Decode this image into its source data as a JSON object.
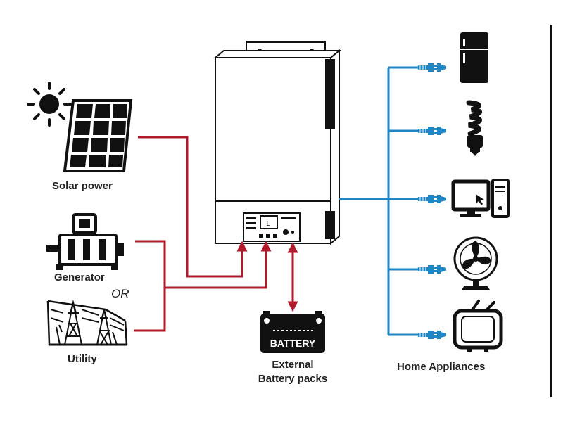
{
  "labels": {
    "solar": "Solar power",
    "generator": "Generator",
    "or": "OR",
    "utility": "Utility",
    "battery_text": "BATTERY",
    "battery_line1": "External",
    "battery_line2": "Battery packs",
    "appliances": "Home Appliances"
  },
  "colors": {
    "red_wire": "#b11a2b",
    "blue_wire": "#1f86c5",
    "ink": "#111111"
  },
  "icons": [
    "sun-icon",
    "solar-panel-icon",
    "generator-icon",
    "utility-tower-icon",
    "inverter-icon",
    "battery-icon",
    "refrigerator-icon",
    "bulb-icon",
    "computer-icon",
    "fan-icon",
    "tv-icon",
    "plug-icon"
  ]
}
